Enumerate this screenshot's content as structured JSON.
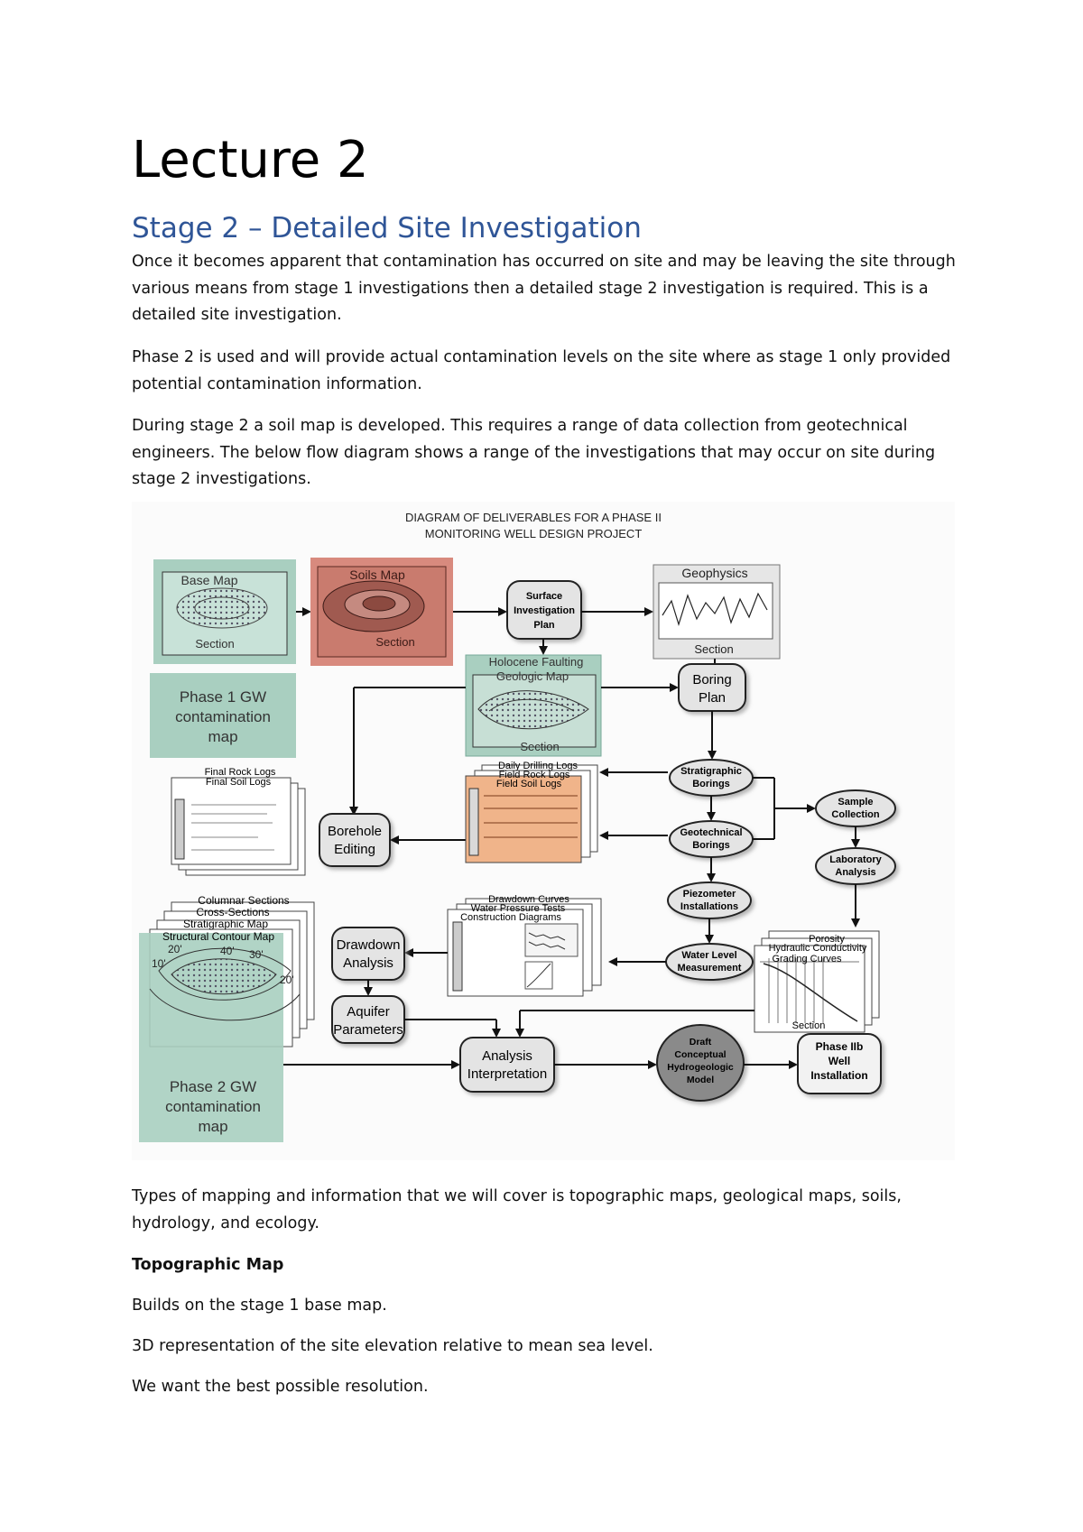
{
  "document": {
    "title": "Lecture 2",
    "section_heading": "Stage 2 – Detailed Site Investigation",
    "paragraphs": [
      "Once it becomes apparent that contamination has occurred on site and may be leaving the site through various means from stage 1 investigations then a detailed stage 2 investigation is required. This is a detailed site investigation.",
      "Phase 2 is used and will provide actual contamination levels on the site where as stage 1 only provided potential contamination information.",
      "During stage 2 a soil map is developed. This requires a range of data collection from geotechnical engineers. The below flow diagram shows a range of the investigations that may occur on site during stage 2 investigations."
    ],
    "after_figure": {
      "intro": "Types of mapping and information that we will cover is topographic maps, geological maps, soils, hydrology, and ecology.",
      "subheading": "Topographic Map",
      "lines": [
        "Builds on the stage 1 base map.",
        "3D representation of the site elevation relative to mean sea level.",
        "We want the best possible resolution."
      ]
    }
  },
  "diagram": {
    "title_line1": "DIAGRAM OF DELIVERABLES FOR A PHASE II",
    "title_line2": "MONITORING WELL DESIGN PROJECT",
    "base_map": "Base Map",
    "base_map_section": "Section",
    "soils_map": "Soils Map",
    "soils_map_section": "Section",
    "surface_plan": [
      "Surface",
      "Investigation",
      "Plan"
    ],
    "geophysics": "Geophysics",
    "geophysics_section": "Section",
    "phase1": [
      "Phase 1 GW",
      "contamination",
      "map"
    ],
    "holocene": [
      "Holocene Faulting",
      "Geologic Map"
    ],
    "holocene_section": "Section",
    "boring_plan": [
      "Boring",
      "Plan"
    ],
    "log_pages": [
      "Daily Drilling Logs",
      "Field Rock Logs",
      "Field Soil Logs"
    ],
    "final_logs": [
      "Final Rock Logs",
      "Final Soil Logs"
    ],
    "borehole_editing": [
      "Borehole",
      "Editing"
    ],
    "strat_borings": [
      "Stratigraphic",
      "Borings"
    ],
    "geotech_borings": [
      "Geotechnical",
      "Borings"
    ],
    "sample_collection": [
      "Sample",
      "Collection"
    ],
    "lab_analysis": [
      "Laboratory",
      "Analysis"
    ],
    "piezometer": [
      "Piezometer",
      "Installations"
    ],
    "water_level": [
      "Water Level",
      "Measurement"
    ],
    "drawdown_pages": [
      "Drawdown Curves",
      "Water Pressure Tests",
      "Construction Diagrams"
    ],
    "drawdown_analysis": [
      "Drawdown",
      "Analysis"
    ],
    "aquifer": [
      "Aquifer",
      "Parameters"
    ],
    "stack_pages": [
      "Columnar Sections",
      "Cross-Sections",
      "Stratigraphic Map",
      "Structural Contour Map"
    ],
    "contour_labels": [
      "10'",
      "20'",
      "40'",
      "30'",
      "20'"
    ],
    "lab_pages": [
      "Porosity",
      "Hydraulic Conductivity",
      "Grading Curves"
    ],
    "lab_section": "Section",
    "phase2": [
      "Phase 2 GW",
      "contamination",
      "map"
    ],
    "analysis": [
      "Analysis",
      "Interpretation"
    ],
    "draft_model": [
      "Draft",
      "Conceptual",
      "Hydrogeologic",
      "Model"
    ],
    "phase2b": [
      "Phase IIb",
      "Well",
      "Installation"
    ]
  }
}
